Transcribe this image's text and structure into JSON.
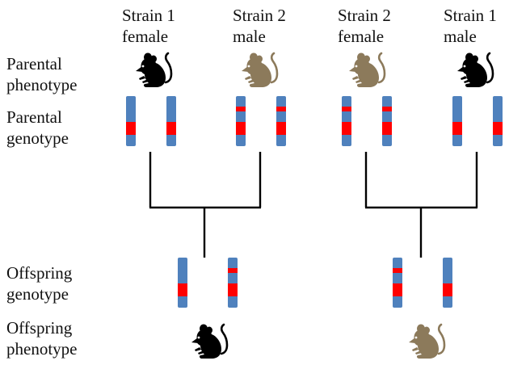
{
  "headers": [
    {
      "line1": "Strain 1",
      "line2": "female"
    },
    {
      "line1": "Strain 2",
      "line2": "male"
    },
    {
      "line1": "Strain 2",
      "line2": "female"
    },
    {
      "line1": "Strain 1",
      "line2": "male"
    }
  ],
  "row_labels": {
    "parental_phenotype": {
      "line1": "Parental",
      "line2": "phenotype"
    },
    "parental_genotype": {
      "line1": "Parental",
      "line2": "genotype"
    },
    "offspring_genotype": {
      "line1": "Offspring",
      "line2": "genotype"
    },
    "offspring_phenotype": {
      "line1": "Offspring",
      "line2": "phenotype"
    }
  },
  "colors": {
    "chromosome": "#4f81bd",
    "allele_band": "#ff0000",
    "strain1_mouse": "#000000",
    "strain2_mouse": "#8c7a5b",
    "cross_line": "#000000"
  },
  "icons": {
    "mouse": "mouse-icon",
    "chromosome": "chromosome-icon"
  },
  "chromosome_types": {
    "strain1": "single lower red band",
    "strain2": "thin upper red band and lower red band"
  }
}
